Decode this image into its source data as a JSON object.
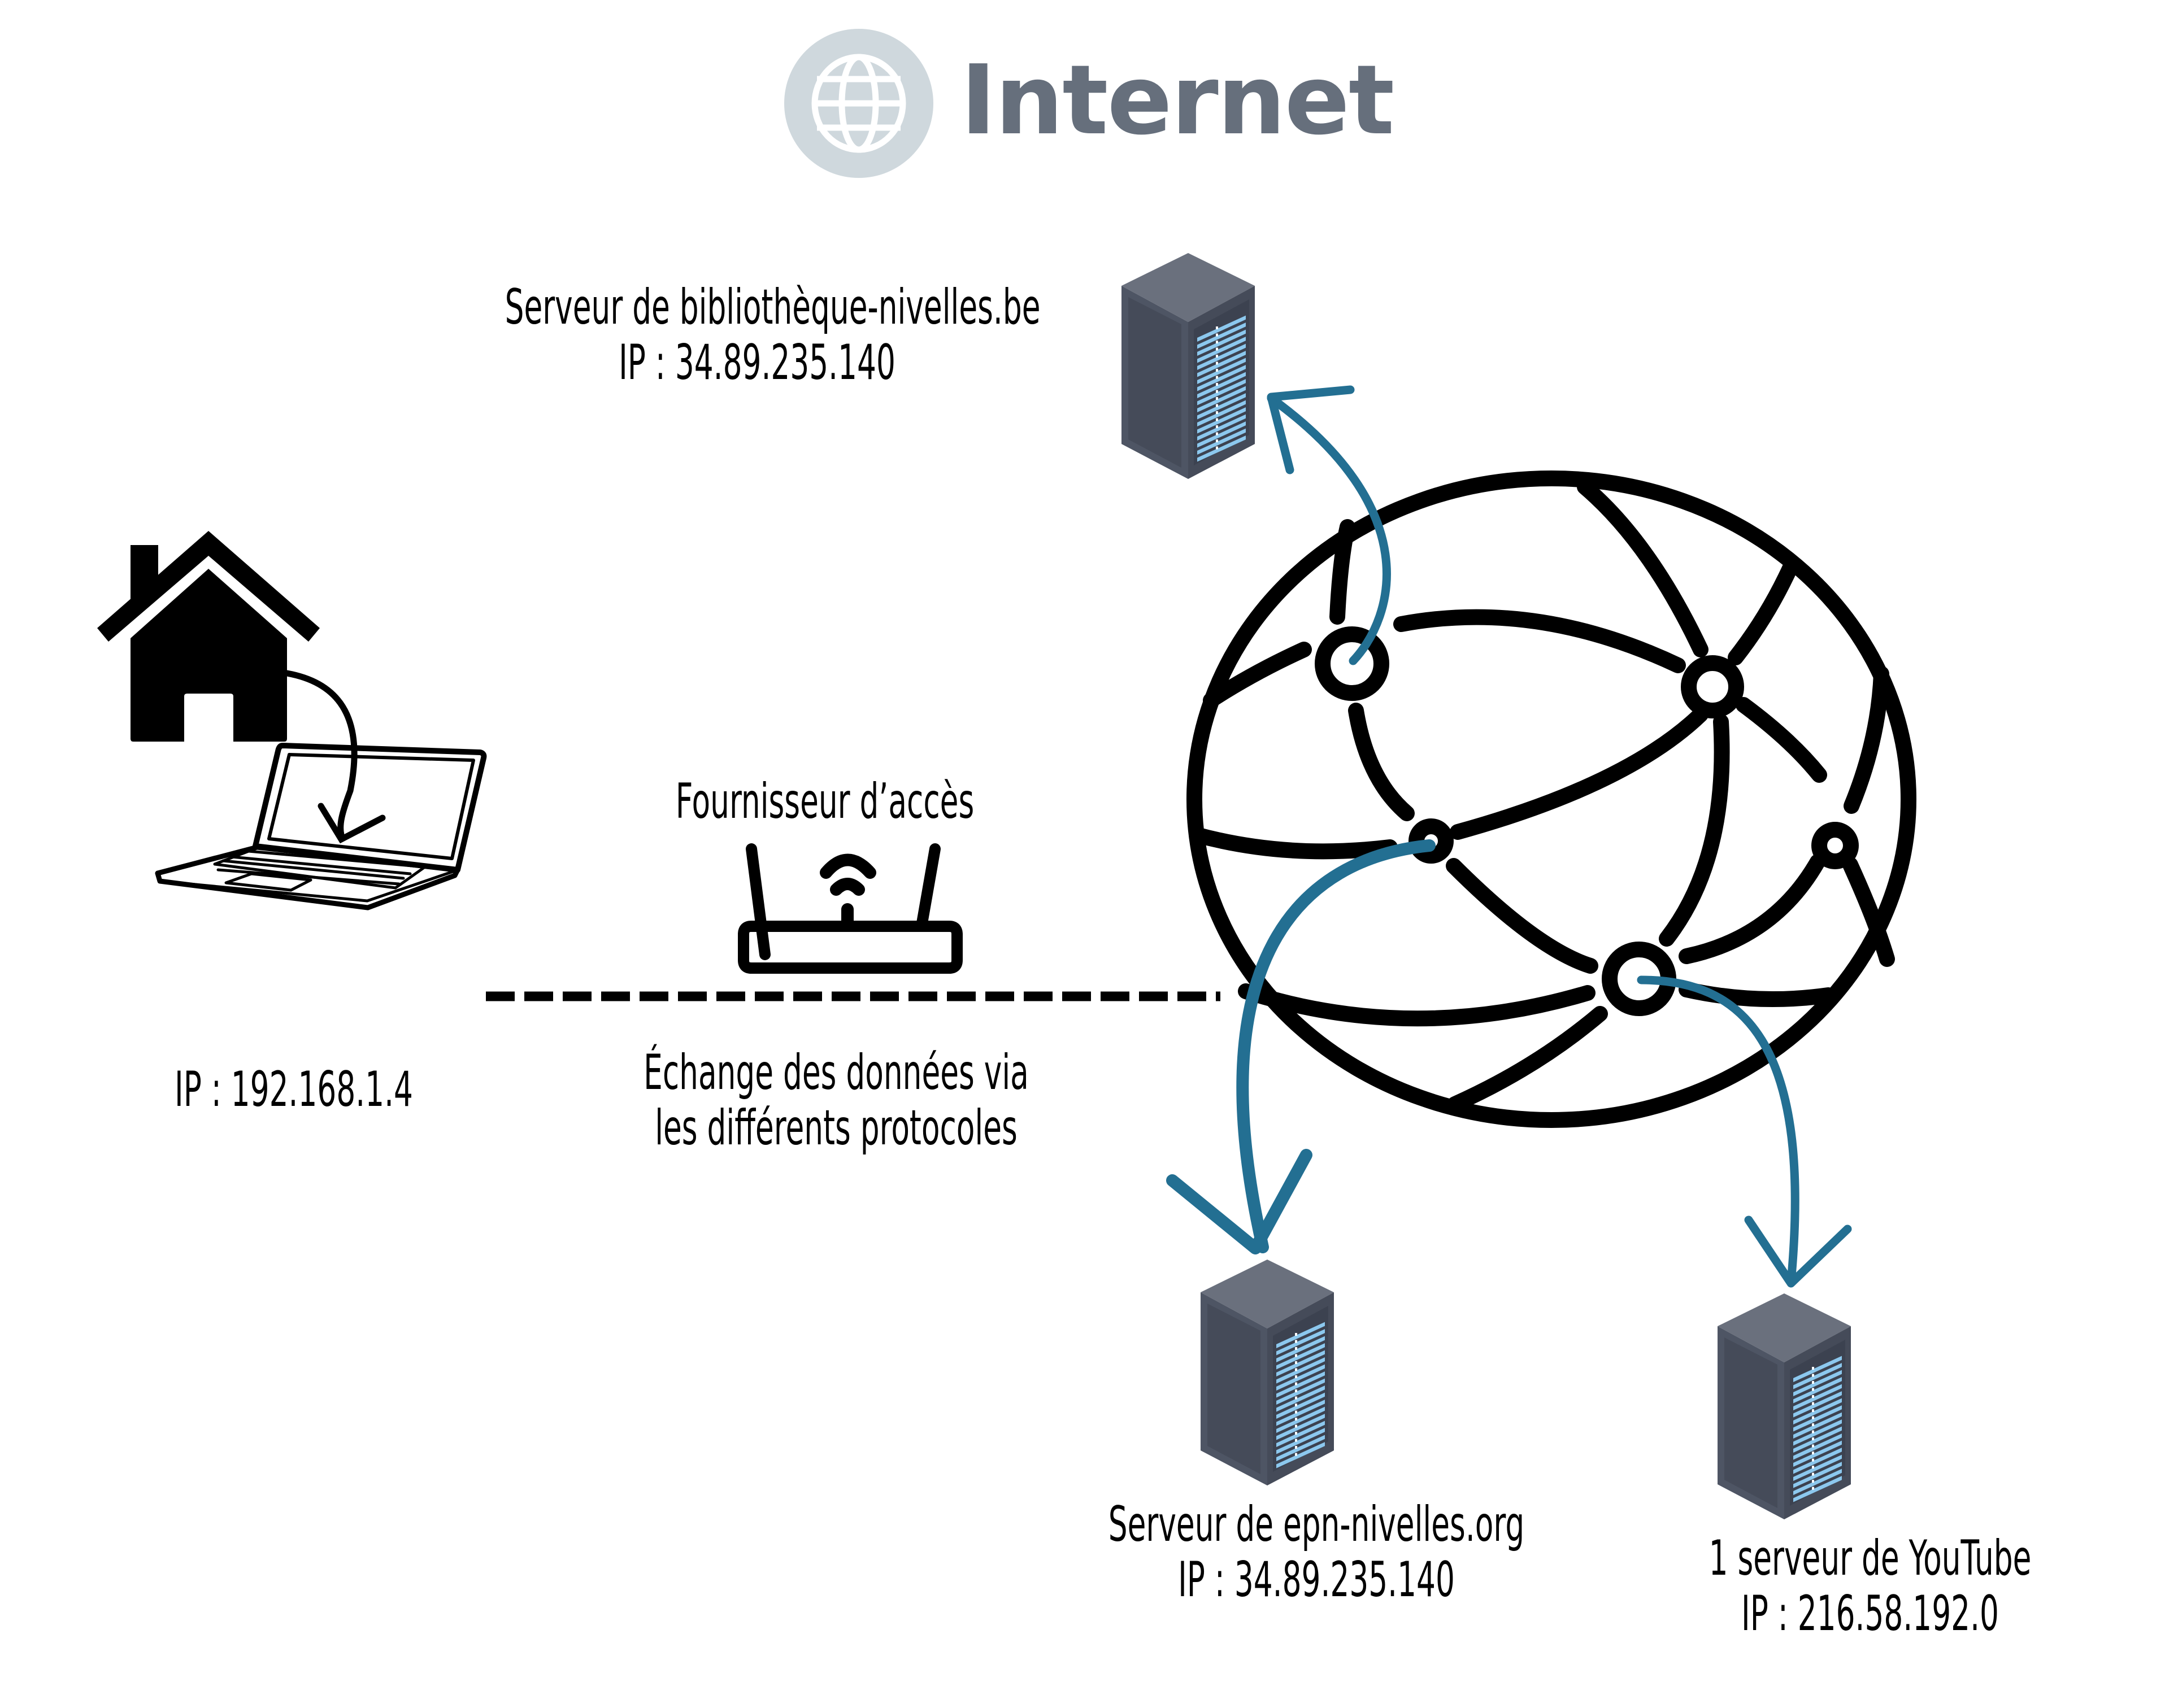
{
  "title": {
    "text": "Internet",
    "icon": "globe-icon",
    "text_color": "#666F7C",
    "badge_color": "#CFD8DD"
  },
  "colors": {
    "arrow_blue": "#236F92",
    "server_top": "#6A707D",
    "server_side": "#4E5564",
    "server_front": "#454B59",
    "server_slot": "#8CC8EE",
    "ink": "#000000"
  },
  "nodes": {
    "home": {
      "icon": "house-icon"
    },
    "laptop": {
      "icon": "laptop-icon",
      "ip_line": "IP : 192.168.1.4"
    },
    "isp": {
      "icon": "wifi-router-icon",
      "label": "Fournisseur d’accès"
    },
    "link": {
      "icon": "dashed-connection-line",
      "lines": [
        "Échange des données via",
        "les différents protocoles"
      ]
    },
    "internet": {
      "icon": "network-globe-icon"
    },
    "servers": [
      {
        "id": "biblio",
        "icon": "server-rack-icon",
        "name_line": "Serveur de bibliothèque-nivelles.be",
        "ip_line": "IP : 34.89.235.140"
      },
      {
        "id": "epn",
        "icon": "server-rack-icon",
        "name_line": "Serveur de epn-nivelles.org",
        "ip_line": "IP : 34.89.235.140"
      },
      {
        "id": "youtube",
        "icon": "server-rack-icon",
        "name_line": "1 serveur de YouTube",
        "ip_line": "IP : 216.58.192.0"
      }
    ]
  }
}
